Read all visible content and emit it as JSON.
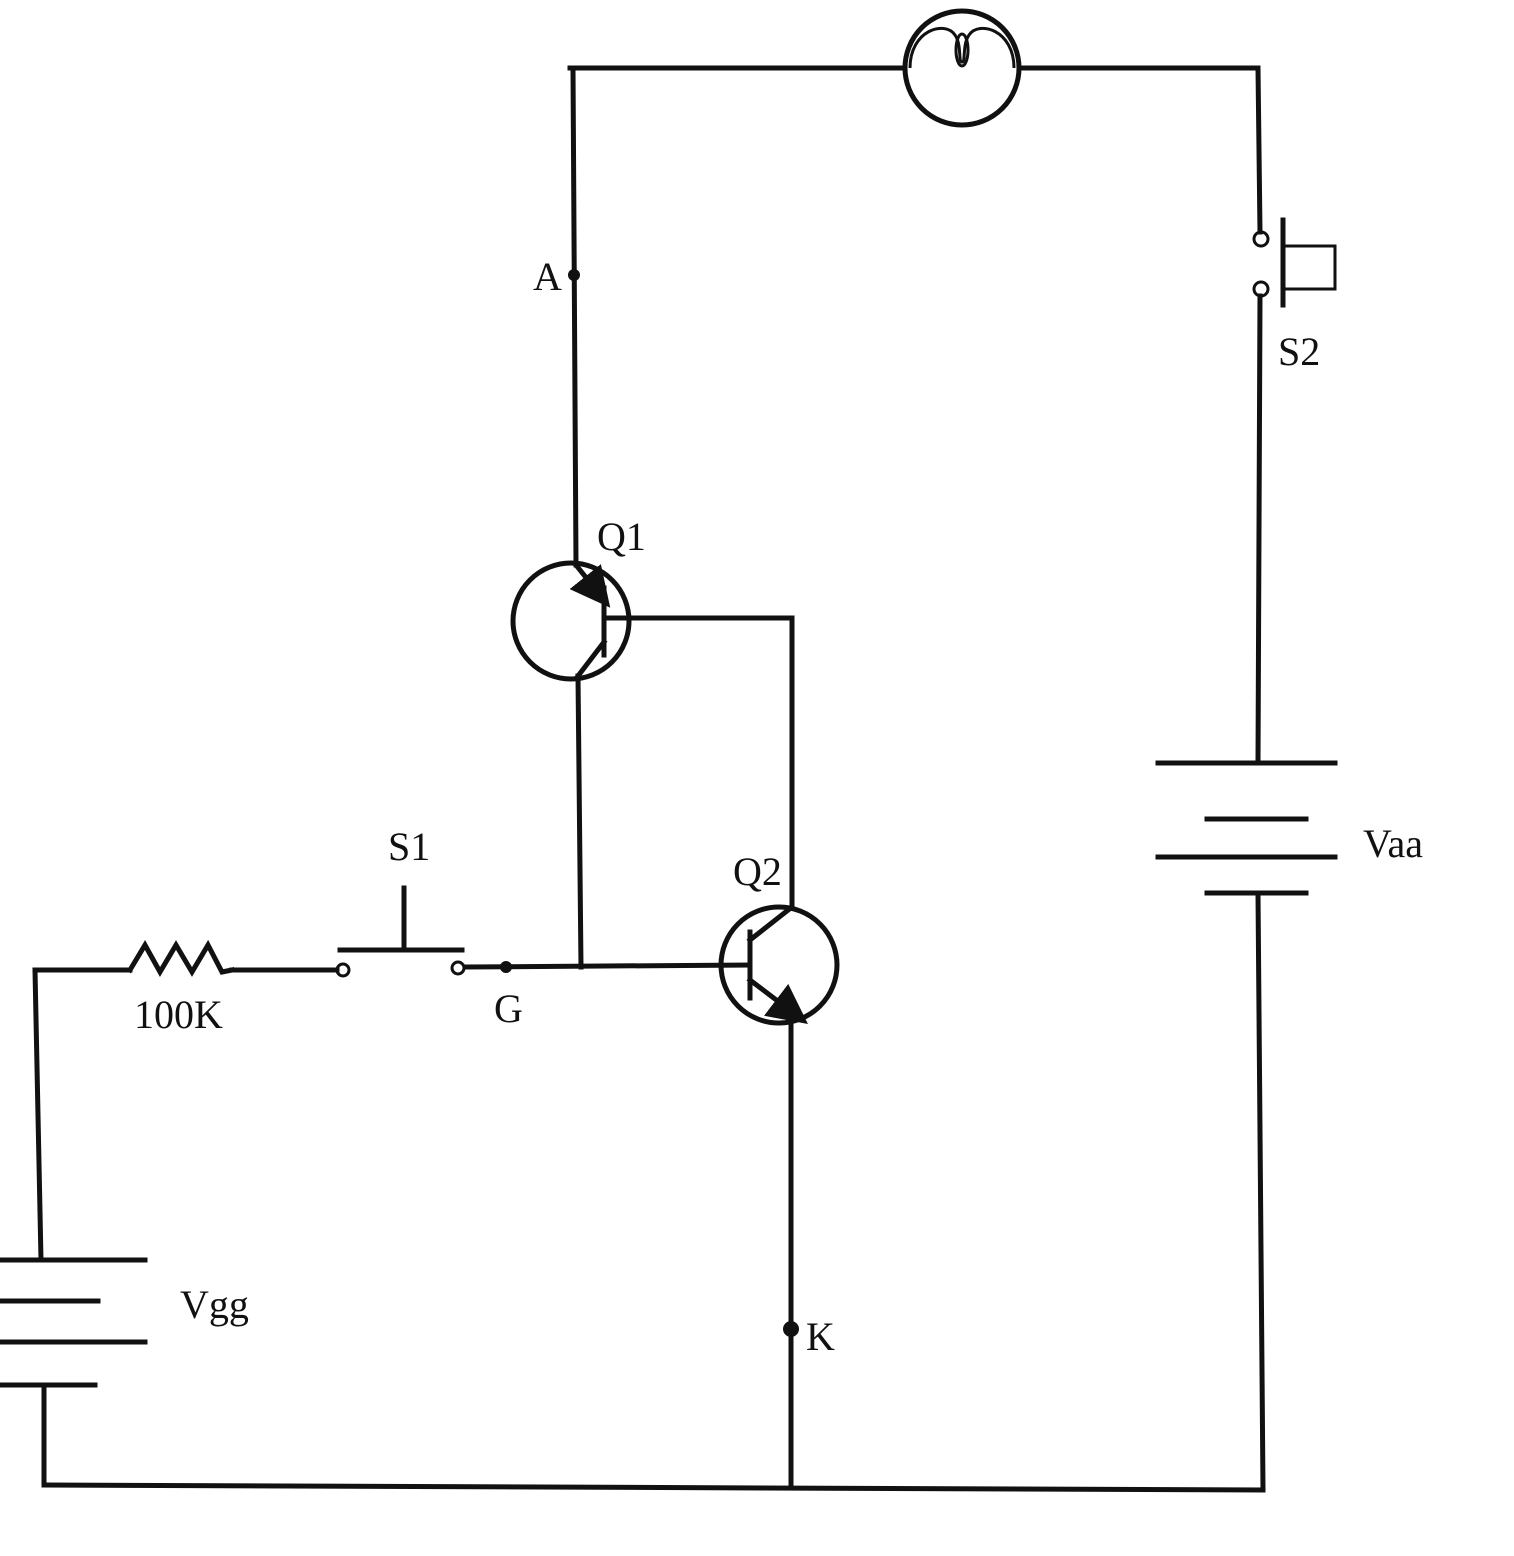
{
  "labels": {
    "node_a": "A",
    "node_g": "G",
    "node_k": "K",
    "q1": "Q1",
    "q2": "Q2",
    "s1": "S1",
    "s2": "S2",
    "resistor": "100K",
    "vaa": "Vaa",
    "vgg": "Vgg"
  },
  "colors": {
    "ink": "#111111",
    "background": "#ffffff"
  },
  "components": {
    "lamp": "lamp-icon",
    "q1": "pnp-transistor",
    "q2": "npn-transistor",
    "s1": "push-button-switch",
    "s2": "push-button-switch",
    "resistor": "resistor",
    "vaa": "battery",
    "vgg": "battery"
  }
}
